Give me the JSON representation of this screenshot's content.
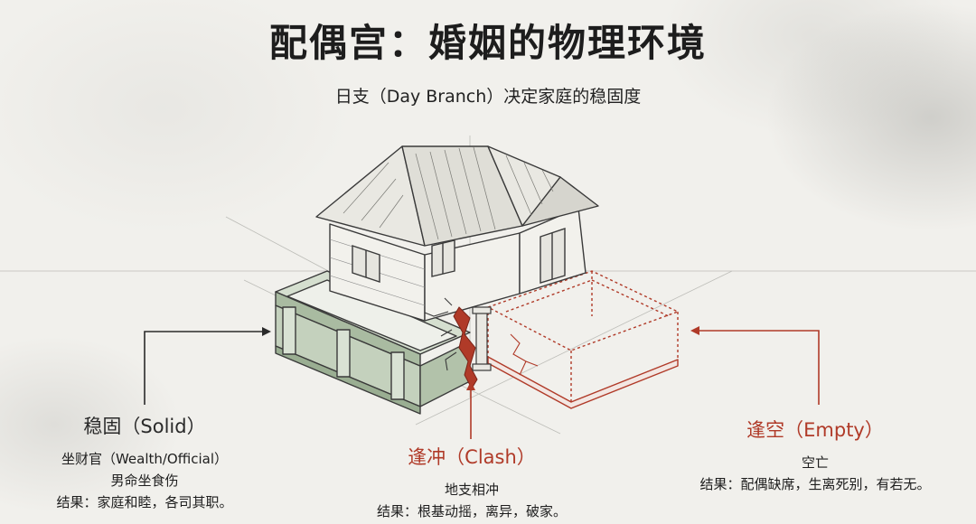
{
  "header": {
    "title": "配偶宫：婚姻的物理环境",
    "subtitle": "日支（Day Branch）决定家庭的稳固度"
  },
  "labels": {
    "solid": {
      "heading": "稳固（Solid）",
      "line1": "坐财官（Wealth/Official）",
      "line2": "男命坐食伤",
      "line3": "结果：家庭和睦，各司其职。"
    },
    "clash": {
      "heading": "逢冲（Clash）",
      "line1": "地支相冲",
      "line2": "结果：根基动摇，离异，破家。"
    },
    "empty": {
      "heading": "逢空（Empty）",
      "line1": "空亡",
      "line2": "结果：配偶缺席，生离死别，有若无。"
    }
  },
  "colors": {
    "solid_fill": "#c4d1bd",
    "clash_red": "#b03a28",
    "ink": "#3a3a3a"
  }
}
